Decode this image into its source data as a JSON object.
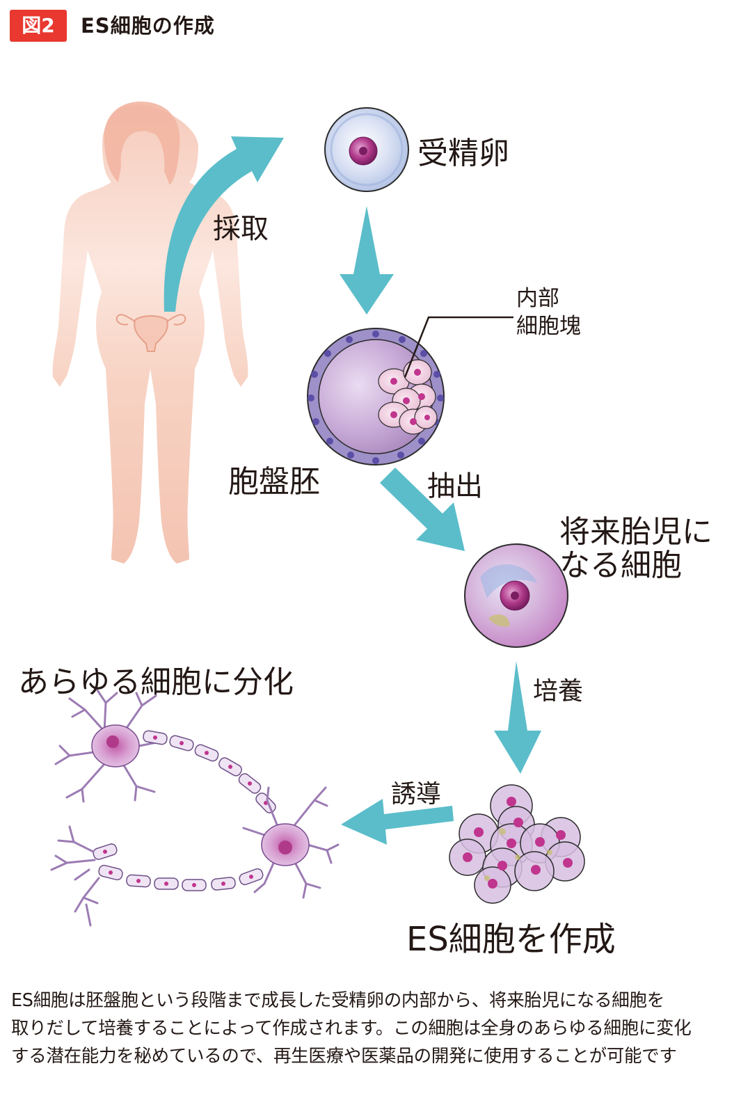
{
  "figure": {
    "badge": "図2",
    "title": "ES細胞の作成"
  },
  "labels": {
    "fertilized_egg": "受精卵",
    "harvest": "採取",
    "inner_cell_mass_line1": "内部",
    "inner_cell_mass_line2": "細胞塊",
    "blastocyst": "胞盤胚",
    "extract": "抽出",
    "future_fetus_line1": "将来胎児に",
    "future_fetus_line2": "なる細胞",
    "culture": "培養",
    "differentiate": "あらゆる細胞に分化",
    "induce": "誘導",
    "es_cells": "ES細胞を作成"
  },
  "caption": {
    "line1": "ES細胞は胚盤胞という段階まで成長した受精卵の内部から、将来胎児になる細胞を",
    "line2": "取りだして培養することによって作成されます。この細胞は全身のあらゆる細胞に変化",
    "line3": "する潜在能力を秘めているので、再生医療や医薬品の開発に使用することが可能です"
  },
  "colors": {
    "badge": "#e8382f",
    "arrow": "#5bbdca",
    "body_silhouette": "#f3bda9",
    "cell_outline": "#2b2b2b",
    "nucleus": "#b03a8a",
    "cytoplasm": "#c7a9d6"
  },
  "icons": [
    "female-body-silhouette",
    "fertilized-egg-cell",
    "blastocyst-cell",
    "isolated-cell",
    "es-cell-cluster",
    "neuron-cell"
  ]
}
